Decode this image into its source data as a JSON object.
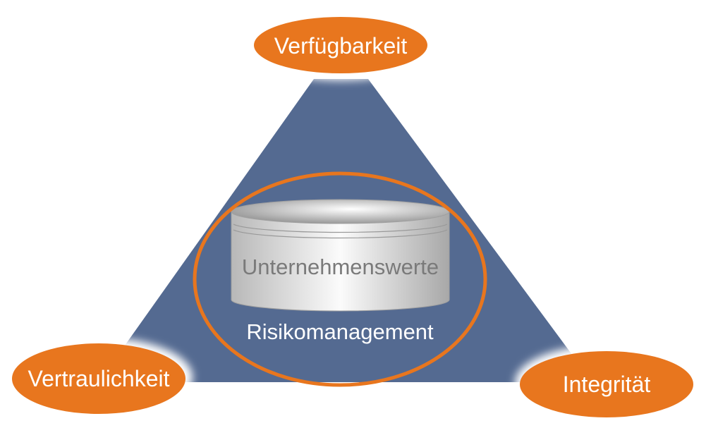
{
  "title": "Risikomanagement",
  "core": "Unternehmenswerte",
  "pillars": {
    "top": "Verfügbarkeit",
    "left": "Vertraulichkeit",
    "right": "Integrität"
  },
  "colors": {
    "orange": "#E8761E",
    "blue": "#546A91",
    "cylinder": "#d8d8d8",
    "core_text": "#7a7a7a"
  }
}
